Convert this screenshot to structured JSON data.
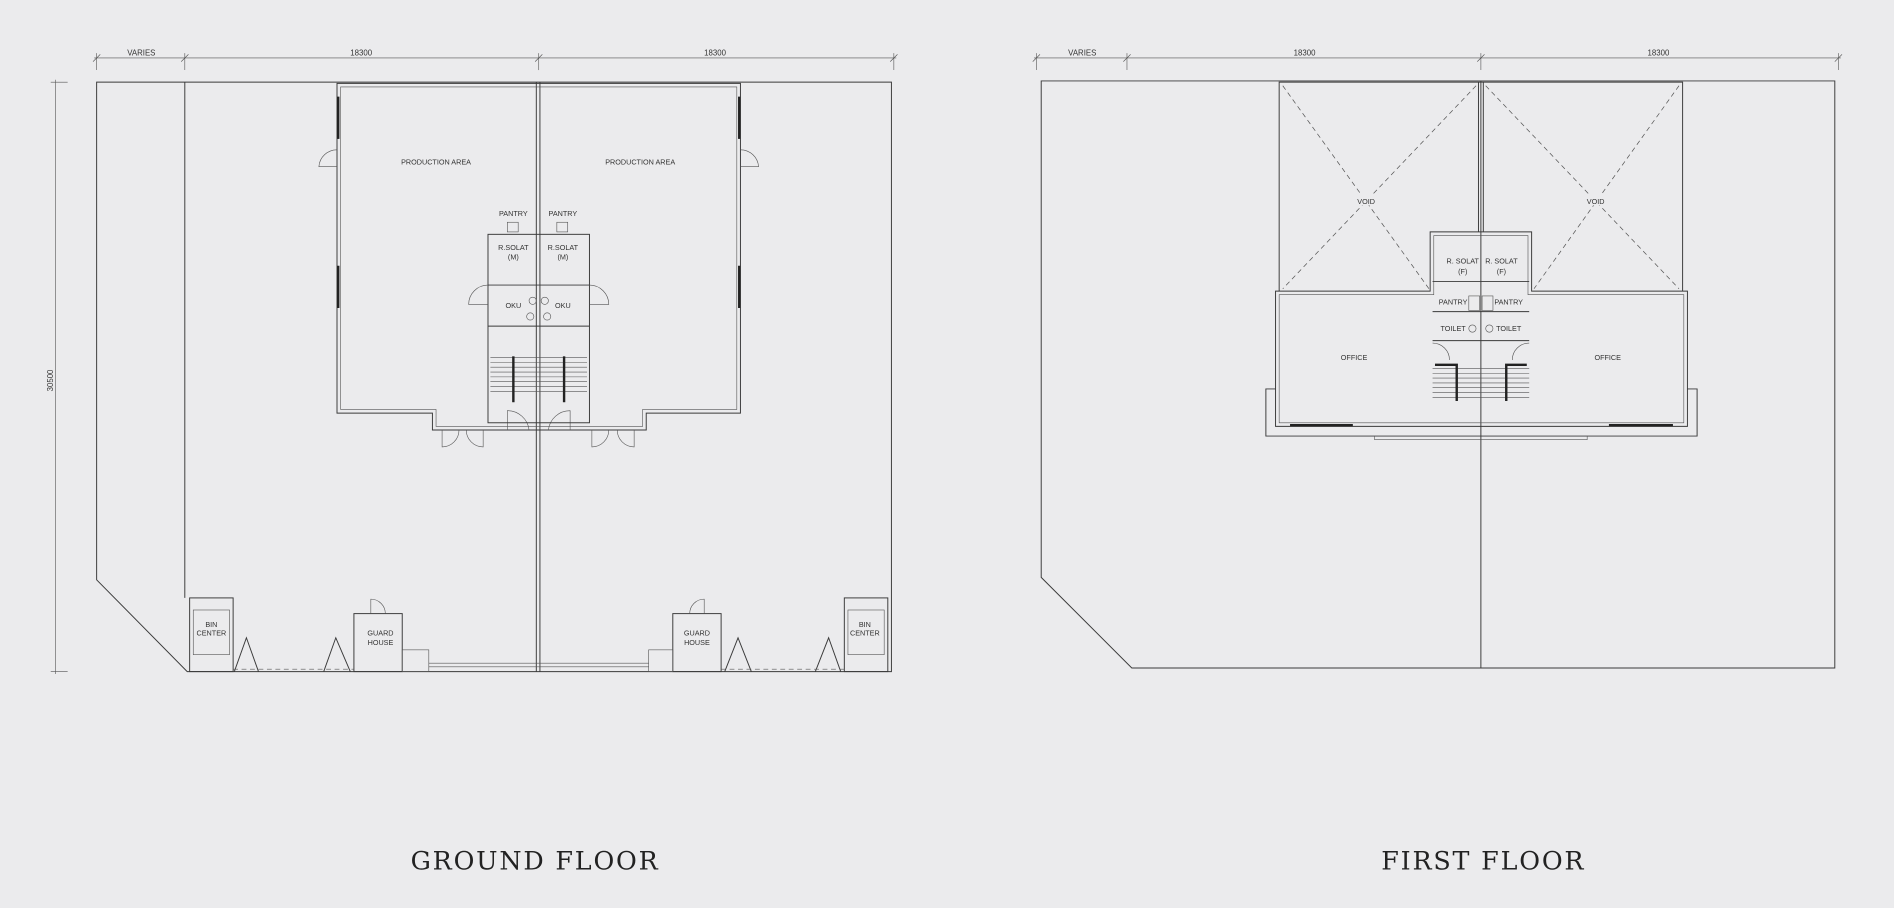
{
  "ground_floor": {
    "title": "GROUND FLOOR",
    "dimensions": {
      "varies": "VARIES",
      "width_left": "18300",
      "width_right": "18300",
      "depth": "30500"
    },
    "rooms": {
      "production_left": "PRODUCTION AREA",
      "production_right": "PRODUCTION AREA",
      "pantry_left": "PANTRY",
      "pantry_right": "PANTRY",
      "solat_left_1": "R.SOLAT",
      "solat_left_2": "(M)",
      "solat_right_1": "R.SOLAT",
      "solat_right_2": "(M)",
      "oku_left": "OKU",
      "oku_right": "OKU",
      "bin_left_1": "BIN",
      "bin_left_2": "CENTER",
      "bin_right_1": "BIN",
      "bin_right_2": "CENTER",
      "guard_left_1": "GUARD",
      "guard_left_2": "HOUSE",
      "guard_right_1": "GUARD",
      "guard_right_2": "HOUSE"
    }
  },
  "first_floor": {
    "title": "FIRST FLOOR",
    "dimensions": {
      "varies": "VARIES",
      "width_left": "18300",
      "width_right": "18300"
    },
    "rooms": {
      "void_left": "VOID",
      "void_right": "VOID",
      "solat_left_1": "R. SOLAT",
      "solat_left_2": "(F)",
      "solat_right_1": "R. SOLAT",
      "solat_right_2": "(F)",
      "pantry_left": "PANTRY",
      "pantry_right": "PANTRY",
      "toilet_left": "TOILET",
      "toilet_right": "TOILET",
      "office_left": "OFFICE",
      "office_right": "OFFICE"
    }
  }
}
